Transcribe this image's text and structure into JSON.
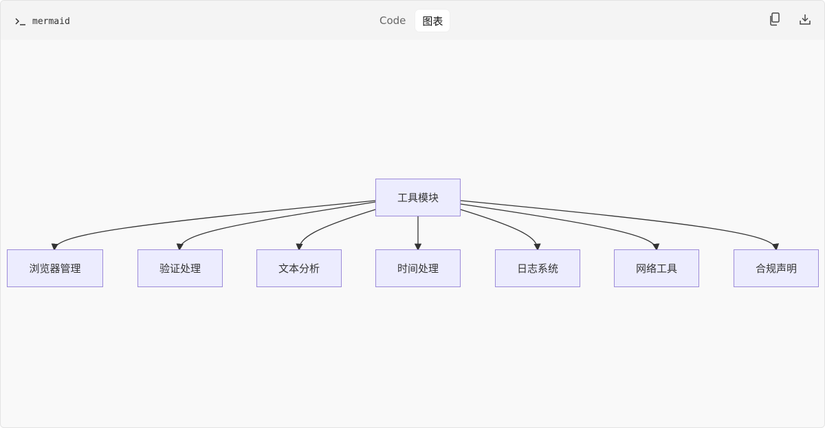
{
  "header": {
    "language_label": "mermaid",
    "tabs": [
      {
        "label": "Code",
        "active": false
      },
      {
        "label": "图表",
        "active": true
      }
    ],
    "actions": [
      {
        "icon": "copy-icon"
      },
      {
        "icon": "download-icon"
      }
    ]
  },
  "diagram": {
    "type": "flowchart",
    "direction": "TD",
    "root": {
      "id": "root",
      "label": "工具模块"
    },
    "children": [
      {
        "id": "c1",
        "label": "浏览器管理"
      },
      {
        "id": "c2",
        "label": "验证处理"
      },
      {
        "id": "c3",
        "label": "文本分析"
      },
      {
        "id": "c4",
        "label": "时间处理"
      },
      {
        "id": "c5",
        "label": "日志系统"
      },
      {
        "id": "c6",
        "label": "网络工具"
      },
      {
        "id": "c7",
        "label": "合规声明"
      }
    ],
    "edges": [
      {
        "from": "root",
        "to": "c1"
      },
      {
        "from": "root",
        "to": "c2"
      },
      {
        "from": "root",
        "to": "c3"
      },
      {
        "from": "root",
        "to": "c4"
      },
      {
        "from": "root",
        "to": "c5"
      },
      {
        "from": "root",
        "to": "c6"
      },
      {
        "from": "root",
        "to": "c7"
      }
    ],
    "colors": {
      "node_fill": "#ececfe",
      "node_stroke": "#9b8ad8",
      "edge": "#333333"
    }
  }
}
